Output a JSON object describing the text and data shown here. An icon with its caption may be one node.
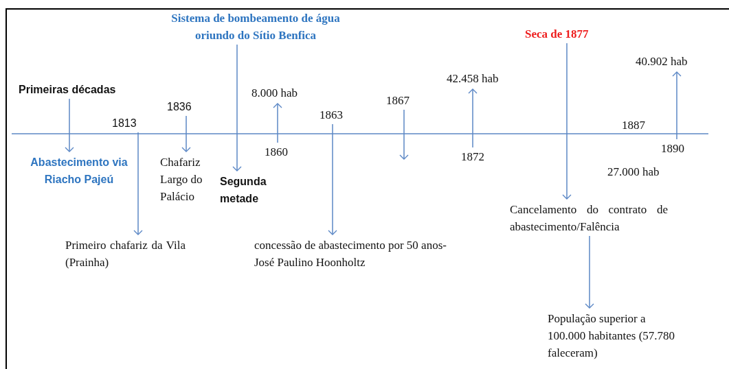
{
  "diagram": {
    "nodes": [
      {
        "text": [
          "Sistema de bombeamento de água oriundo do Sítio Benfica"
        ]
      },
      {
        "text": [
          "Primeiras décadas"
        ]
      },
      {
        "text": [
          "1813"
        ]
      },
      {
        "text": [
          "1836"
        ]
      },
      {
        "text": [
          "8.000 hab"
        ]
      },
      {
        "text": [
          "1863"
        ]
      },
      {
        "text": [
          "1867"
        ]
      },
      {
        "text": [
          "42.458 hab"
        ]
      },
      {
        "text": [
          "Seca de 1877"
        ]
      },
      {
        "text": [
          "40.902 hab"
        ]
      },
      {
        "text": [
          "Abastecimento via Riacho Pajeú"
        ]
      },
      {
        "text": [
          "Chafariz Largo do Palácio"
        ]
      },
      {
        "text": [
          "Segunda metade"
        ]
      },
      {
        "text": [
          "1860"
        ]
      },
      {
        "text": [
          "1872"
        ]
      },
      {
        "text": [
          "1890"
        ]
      },
      {
        "text": [
          "Cancelamento do contrato de abastecimento/Falência"
        ]
      },
      {
        "text": [
          "Primeiro chafariz da Vila (Prainha)"
        ]
      },
      {
        "text": [
          "concessão de abastecimento por 50 anos- José Paulino Hoonholtz"
        ]
      },
      {
        "text": [
          "População superior a 100.000 habitantes (57.780 faleceram)"
        ]
      }
    ],
    "edges": [
      {
        "from": 1,
        "to": 10,
        "arrow": "to"
      },
      {
        "from": 2,
        "to": 17,
        "arrow": "to"
      },
      {
        "from": 3,
        "to": 11,
        "arrow": "to"
      },
      {
        "from": 0,
        "to": 12,
        "arrow": "to"
      },
      {
        "from": 13,
        "to": 4,
        "arrow": "to"
      },
      {
        "from": 5,
        "to": 18,
        "arrow": "to"
      },
      {
        "from": 6,
        "to": null,
        "arrow": "to"
      },
      {
        "from": 14,
        "to": 7,
        "arrow": "to"
      },
      {
        "from": 8,
        "to": 16,
        "arrow": "to"
      },
      {
        "from": 16,
        "to": 19,
        "arrow": "to"
      },
      {
        "from": 15,
        "to": 9,
        "arrow": "to"
      }
    ],
    "labels": [
      "1887",
      "27.000 hab"
    ]
  }
}
